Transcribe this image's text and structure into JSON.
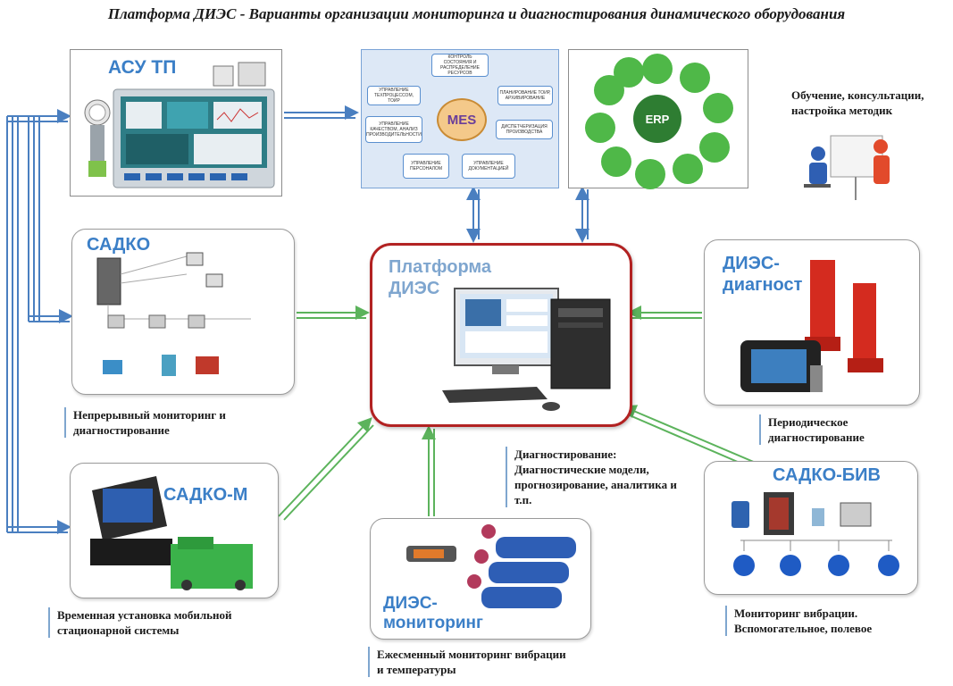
{
  "title": "Платформа ДИЭС - Варианты организации мониторинга и диагностирования динамического оборудования",
  "asu": {
    "label": "АСУ ТП"
  },
  "mes": {
    "center": "MES",
    "nodes": [
      "КОНТРОЛЬ СОСТОЯНИЯ И РАСПРЕДЕЛЕНИЕ РЕСУРСОВ",
      "УПРАВЛЕНИЕ ТЕХПРОЦЕССОМ, ТОИР",
      "ПЛАНИРОВАНИЕ ТОИР, АРХИВИРОВАНИЕ",
      "УПРАВЛЕНИЕ КАЧЕСТВОМ, АНАЛИЗ ПРОИЗВОДИТЕЛЬНОСТИ",
      "ДИСПЕТЧЕРИЗАЦИЯ ПРОИЗВОДСТВА",
      "УПРАВЛЕНИЕ ПЕРСОНАЛОМ",
      "УПРАВЛЕНИЕ ДОКУМЕНТАЦИЕЙ"
    ]
  },
  "erp": {
    "center": "ERP"
  },
  "training": {
    "caption": "Обучение, консультации, настройка методик"
  },
  "sadko": {
    "label": "САДКО",
    "caption": "Непрерывный мониторинг и диагностирование"
  },
  "platform": {
    "label": "Платформа ДИЭС"
  },
  "diag": {
    "label": "ДИЭС- диагност",
    "caption": "Периодическое диагностирование"
  },
  "diagnostics": {
    "caption": "Диагностирование: Диагностические модели, прогнозирование, аналитика и т.п."
  },
  "sadko_m": {
    "label": "САДКО-М",
    "caption": "Временная установка мобильной стационарной системы"
  },
  "monitoring": {
    "label": "ДИЭС- мониторинг",
    "caption": "Ежесменный мониторинг вибрации и температуры"
  },
  "sadko_biv": {
    "label": "САДКО-БИВ",
    "caption": "Мониторинг вибрации. Вспомогательное, полевое"
  },
  "colors": {
    "blue_arrow": "#4a7fc0",
    "green_arrow": "#5cb35c",
    "platform_border": "#b22222",
    "label_blue": "#3b7fc7"
  }
}
